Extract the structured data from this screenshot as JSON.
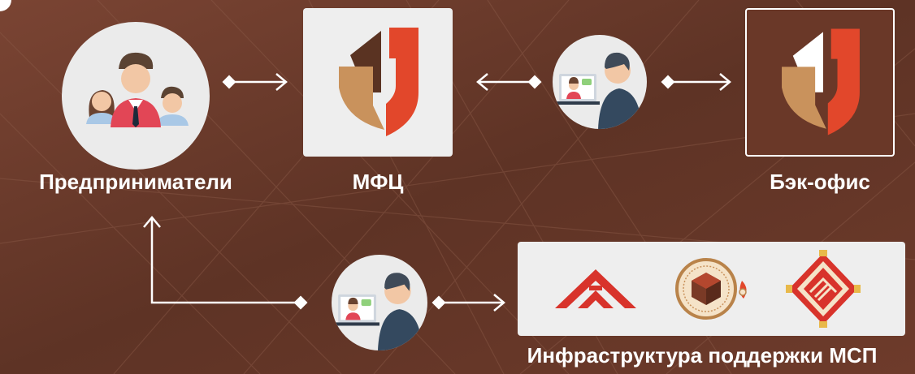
{
  "labels": {
    "entrepreneurs": "Предприниматели",
    "mfc": "МФЦ",
    "back_office": "Бэк-офис",
    "sme_support": "Инфраструктура поддержки МСП"
  },
  "colors": {
    "background": "#6b3a2a",
    "logo_red": "#e2472b",
    "logo_tan": "#c9925c",
    "logo_brown": "#5a3322",
    "ornament_red": "#d8332b",
    "connector": "#ffffff"
  },
  "icons": {
    "entrepreneurs": "people-group-icon",
    "video_call_top": "video-call-icon",
    "video_call_bottom": "video-call-icon",
    "mfc_logo": "mfc-logo",
    "backoffice_logo": "mfc-logo",
    "support_logo_1": "roof-ornament-logo",
    "support_logo_2": "round-seal-logo",
    "support_logo_3": "diamond-ornament-logo"
  }
}
